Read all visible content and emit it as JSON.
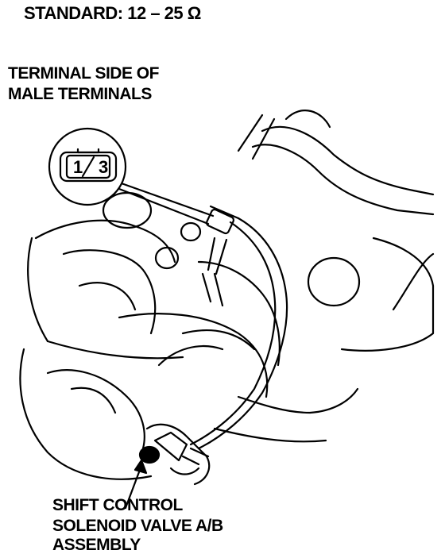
{
  "header": {
    "standard": "STANDARD: 12 – 25 Ω"
  },
  "terminal_label": {
    "line1": "TERMINAL SIDE OF",
    "line2": "MALE TERMINALS"
  },
  "connector": {
    "pin_left": "1",
    "pin_right": "3"
  },
  "part_label": {
    "line1": "SHIFT CONTROL",
    "line2": "SOLENOID VALVE A/B",
    "line3": "ASSEMBLY"
  },
  "colors": {
    "ink": "#000000",
    "paper": "#ffffff"
  }
}
